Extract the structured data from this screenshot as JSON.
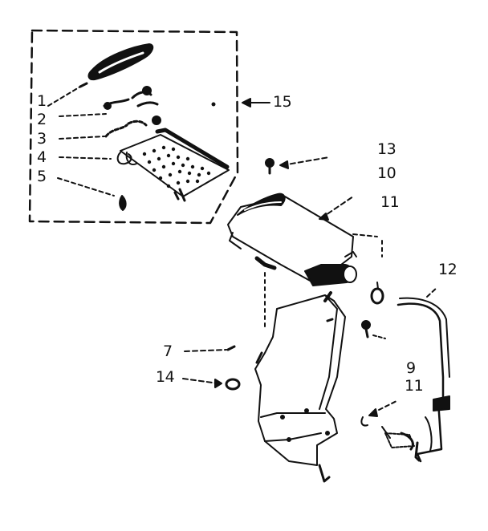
{
  "diagram": {
    "callouts": [
      {
        "id": "1",
        "text": "1"
      },
      {
        "id": "2",
        "text": "2"
      },
      {
        "id": "3",
        "text": "3"
      },
      {
        "id": "4",
        "text": "4"
      },
      {
        "id": "5",
        "text": "5"
      },
      {
        "id": "15",
        "text": "15"
      },
      {
        "id": "13",
        "text": "13"
      },
      {
        "id": "10",
        "text": "10"
      },
      {
        "id": "11a",
        "text": "11"
      },
      {
        "id": "12",
        "text": "12"
      },
      {
        "id": "7",
        "text": "7"
      },
      {
        "id": "14",
        "text": "14"
      },
      {
        "id": "9",
        "text": "9"
      },
      {
        "id": "11b",
        "text": "11"
      }
    ],
    "colors": {
      "ink": "#111111",
      "paper": "#ffffff"
    }
  }
}
